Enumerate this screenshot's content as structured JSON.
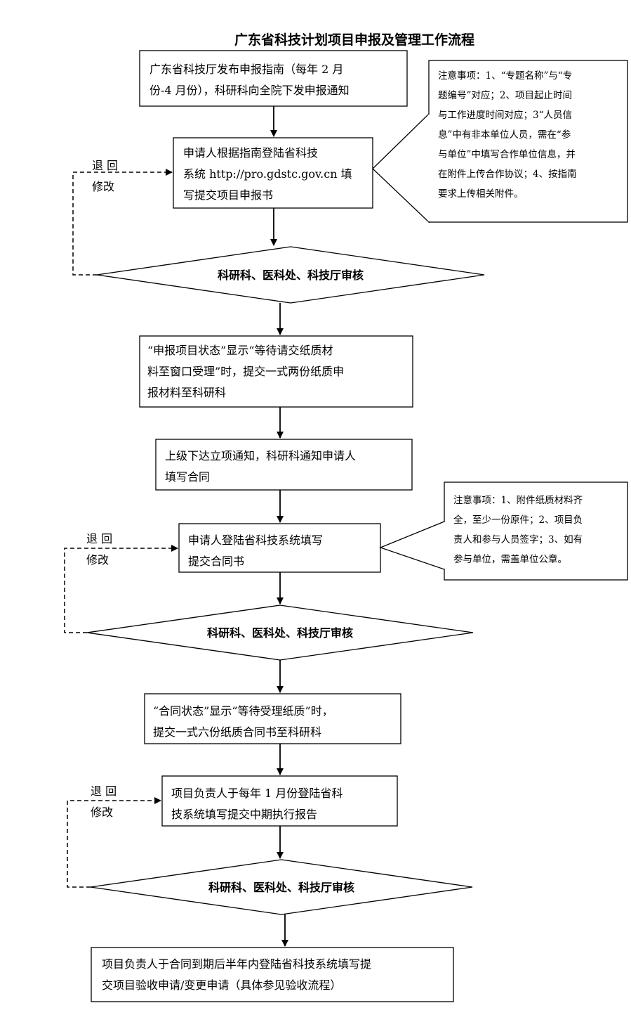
{
  "title": "广东省科技计划项目申报及管理工作流程",
  "steps": [
    {
      "lines": [
        "广东省科技厅发布申报指南（每年 2 月",
        "份-4 月份），科研科向全院下发申报通知"
      ]
    },
    {
      "lines": [
        "申请人根据指南登陆省科技",
        "系统 http://pro.gdstc.gov.cn 填",
        "写提交项目申报书"
      ]
    },
    {
      "lines": [
        "“申报项目状态”显示“等待请交纸质材",
        "料至窗口受理”时，提交一式两份纸质申",
        "报材料至科研科"
      ]
    },
    {
      "lines": [
        "上级下达立项通知，科研科通知申请人",
        "填写合同"
      ]
    },
    {
      "lines": [
        "申请人登陆省科技系统填写",
        "提交合同书"
      ]
    },
    {
      "lines": [
        "“合同状态”显示“等待受理纸质”时，",
        "提交一式六份纸质合同书至科研科"
      ]
    },
    {
      "lines": [
        "项目负责人于每年 1 月份登陆省科",
        "技系统填写提交中期执行报告"
      ]
    },
    {
      "lines": [
        "项目负责人于合同到期后半年内登陆省科技系统填写提",
        "交项目验收申请/变更申请（具体参见验收流程）"
      ]
    }
  ],
  "reviews": [
    {
      "label": "科研科、医科处、科技厅审核"
    },
    {
      "label": "科研科、医科处、科技厅审核"
    },
    {
      "label": "科研科、医科处、科技厅审核"
    }
  ],
  "returns": [
    {
      "line1": "退 回",
      "line2": "修改"
    },
    {
      "line1": "退 回",
      "line2": "修改"
    },
    {
      "line1": "退 回",
      "line2": "修改"
    }
  ],
  "notes": [
    {
      "lines": [
        "注意事项：1、“专题名称”与“专",
        "题编号”对应；2、项目起止时间",
        "与工作进度时间对应；3“人员信",
        "息”中有非本单位人员，需在“参",
        "与单位”中填写合作单位信息，并",
        "在附件上传合作协议；4、按指南",
        "要求上传相关附件。"
      ]
    },
    {
      "lines": [
        "注意事项：1、附件纸质材料齐",
        "全，至少一份原件；2、项目负",
        "责人和参与人员签字；3、如有",
        "参与单位，需盖单位公章。"
      ]
    }
  ]
}
